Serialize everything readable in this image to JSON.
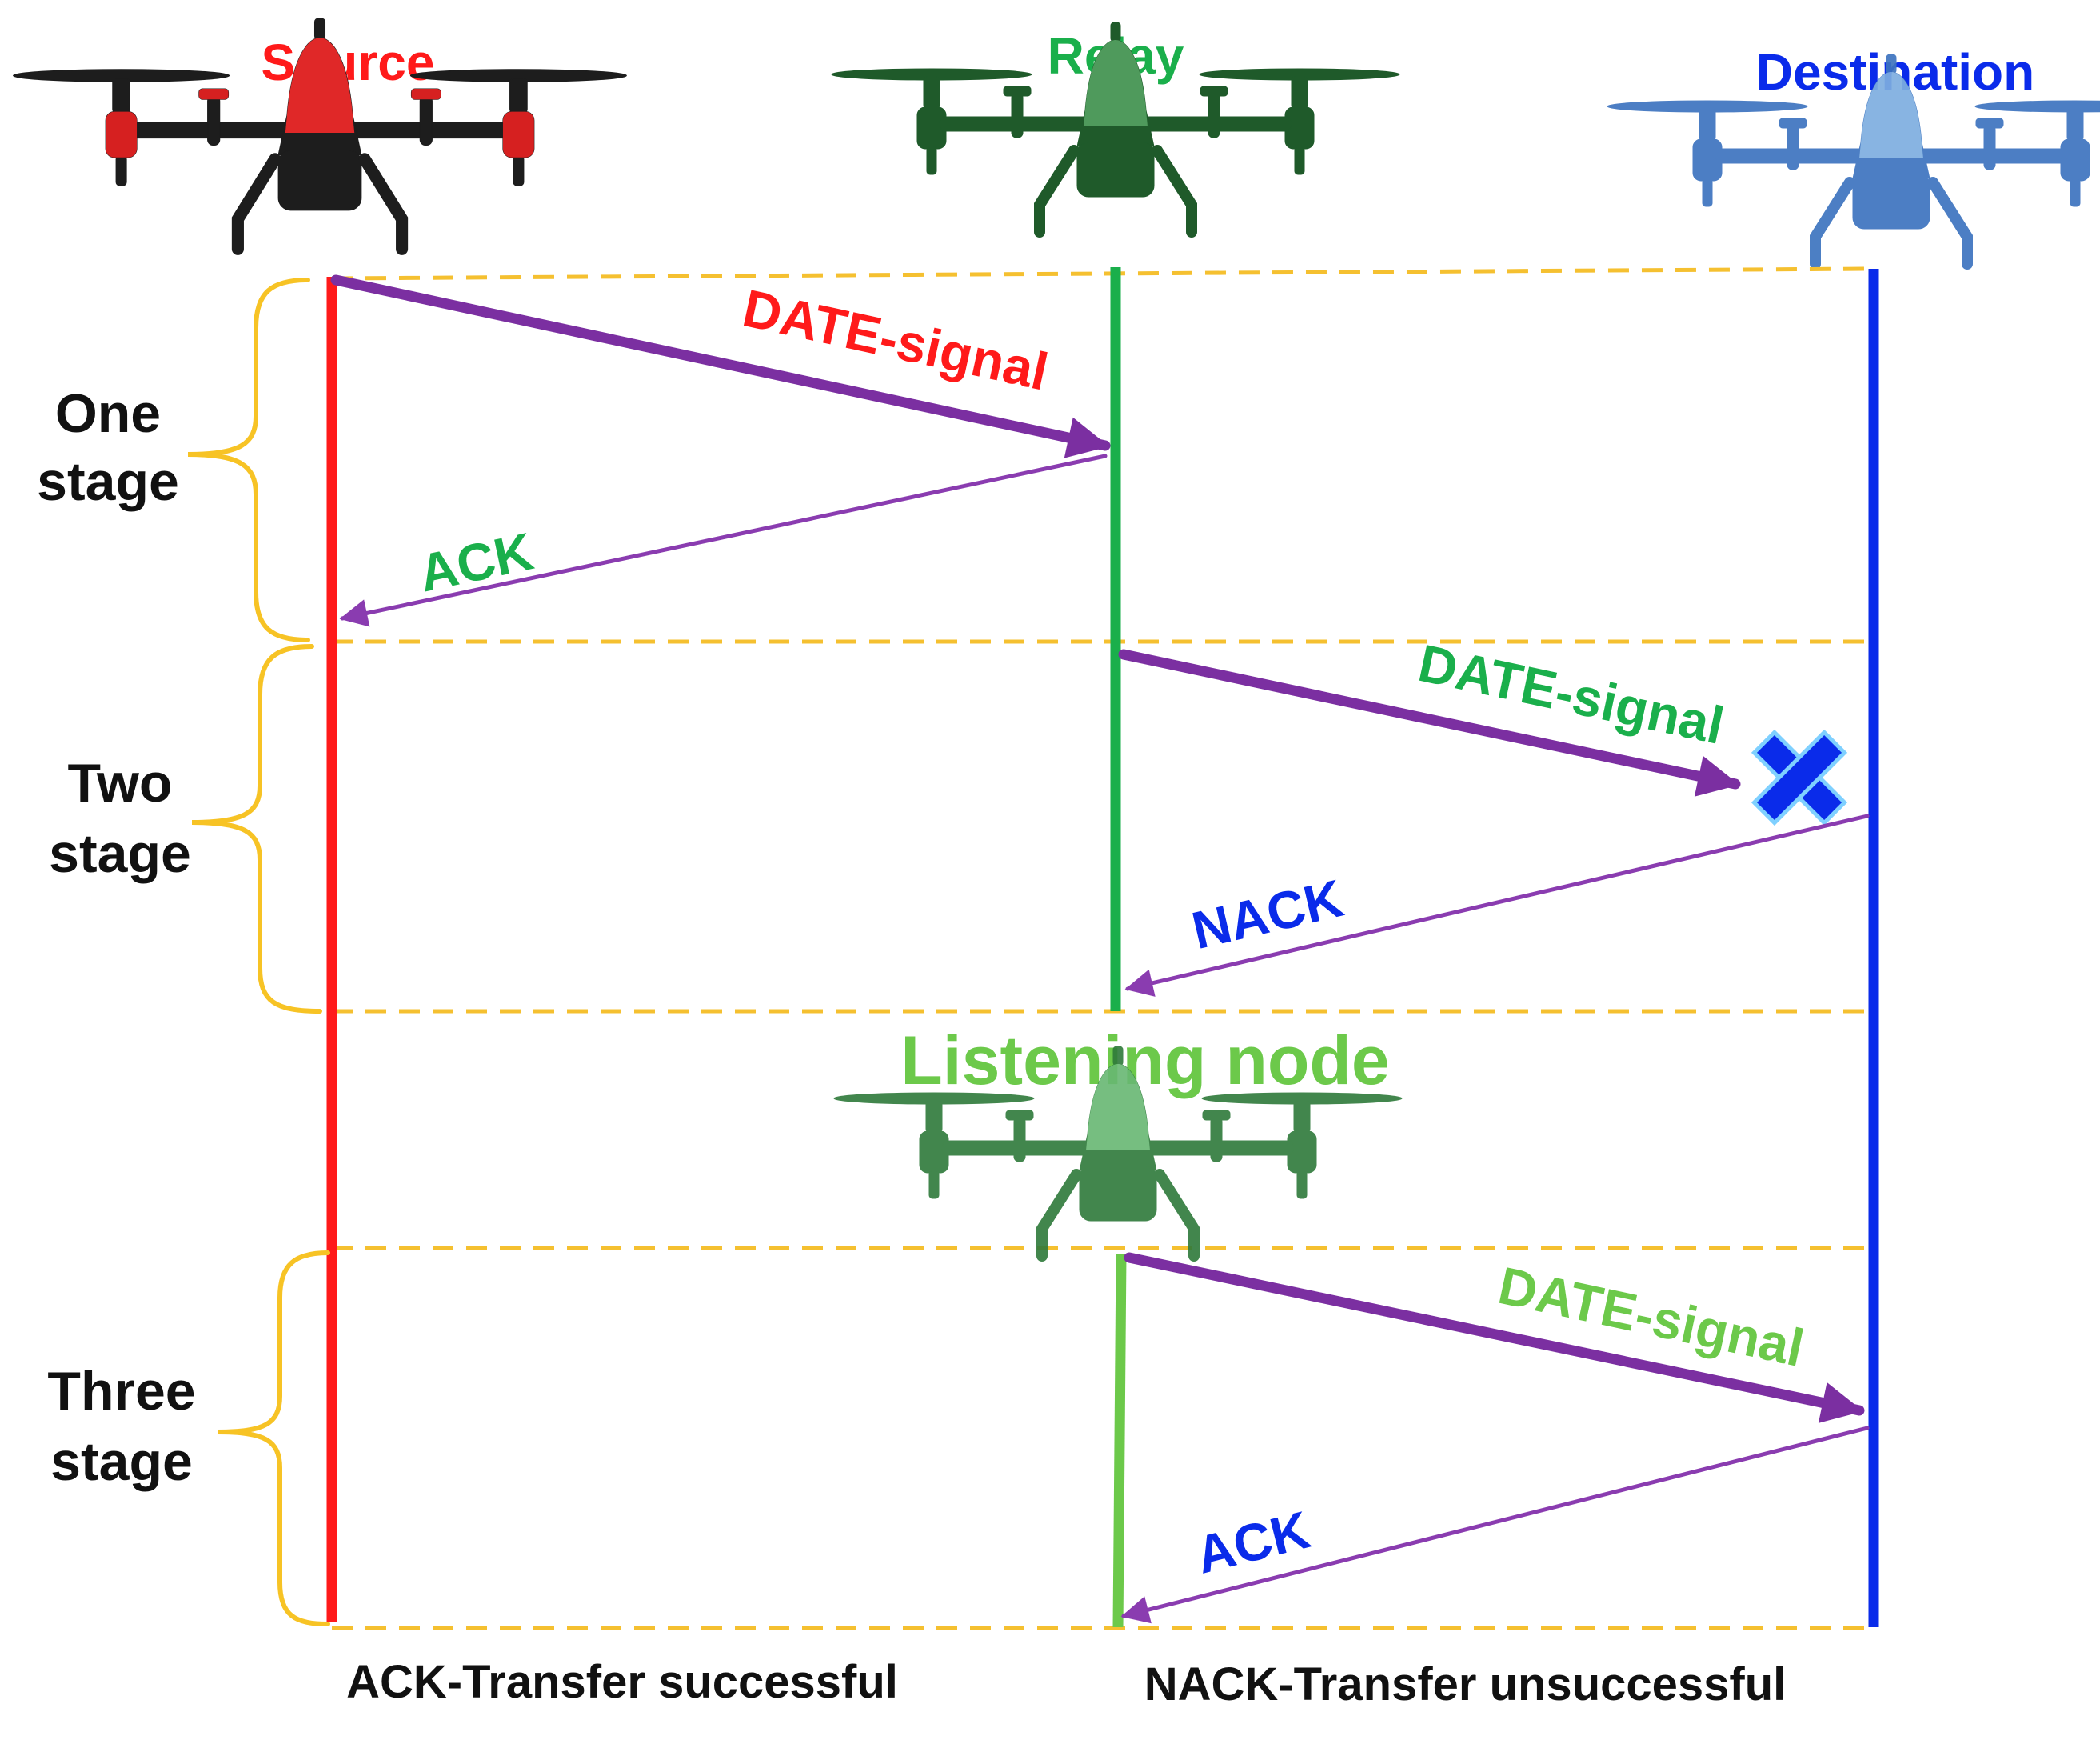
{
  "nodes": {
    "source": {
      "label": "Source",
      "color": "#ff1a1a"
    },
    "relay": {
      "label": "Relay",
      "color": "#1aaf4b"
    },
    "destination": {
      "label": "Destination",
      "color": "#0a2bea"
    },
    "listening": {
      "label": "Listening node",
      "color": "#6cc94a"
    }
  },
  "stages": [
    {
      "line1": "One",
      "line2": "stage"
    },
    {
      "line1": "Two",
      "line2": "stage"
    },
    {
      "line1": "Three",
      "line2": "stage"
    }
  ],
  "messages": {
    "stage1_data": {
      "label": "DATE-signal",
      "color": "#ff1a1a"
    },
    "stage1_ack": {
      "label": "ACK",
      "color": "#1aaf4b"
    },
    "stage2_data": {
      "label": "DATE-signal",
      "color": "#1aaf4b"
    },
    "stage2_nack": {
      "label": "NACK",
      "color": "#0a2bea"
    },
    "stage3_data": {
      "label": "DATE-signal",
      "color": "#6cc94a"
    },
    "stage3_ack": {
      "label": "ACK",
      "color": "#0a2bea"
    }
  },
  "footer": {
    "ack_meaning": "ACK-Transfer successful",
    "nack_meaning": "NACK-Transfer unsuccessful"
  },
  "colors": {
    "arrow": "#7b2fa1",
    "guide": "#f5c030",
    "failure_mark": "#0a2bea"
  }
}
